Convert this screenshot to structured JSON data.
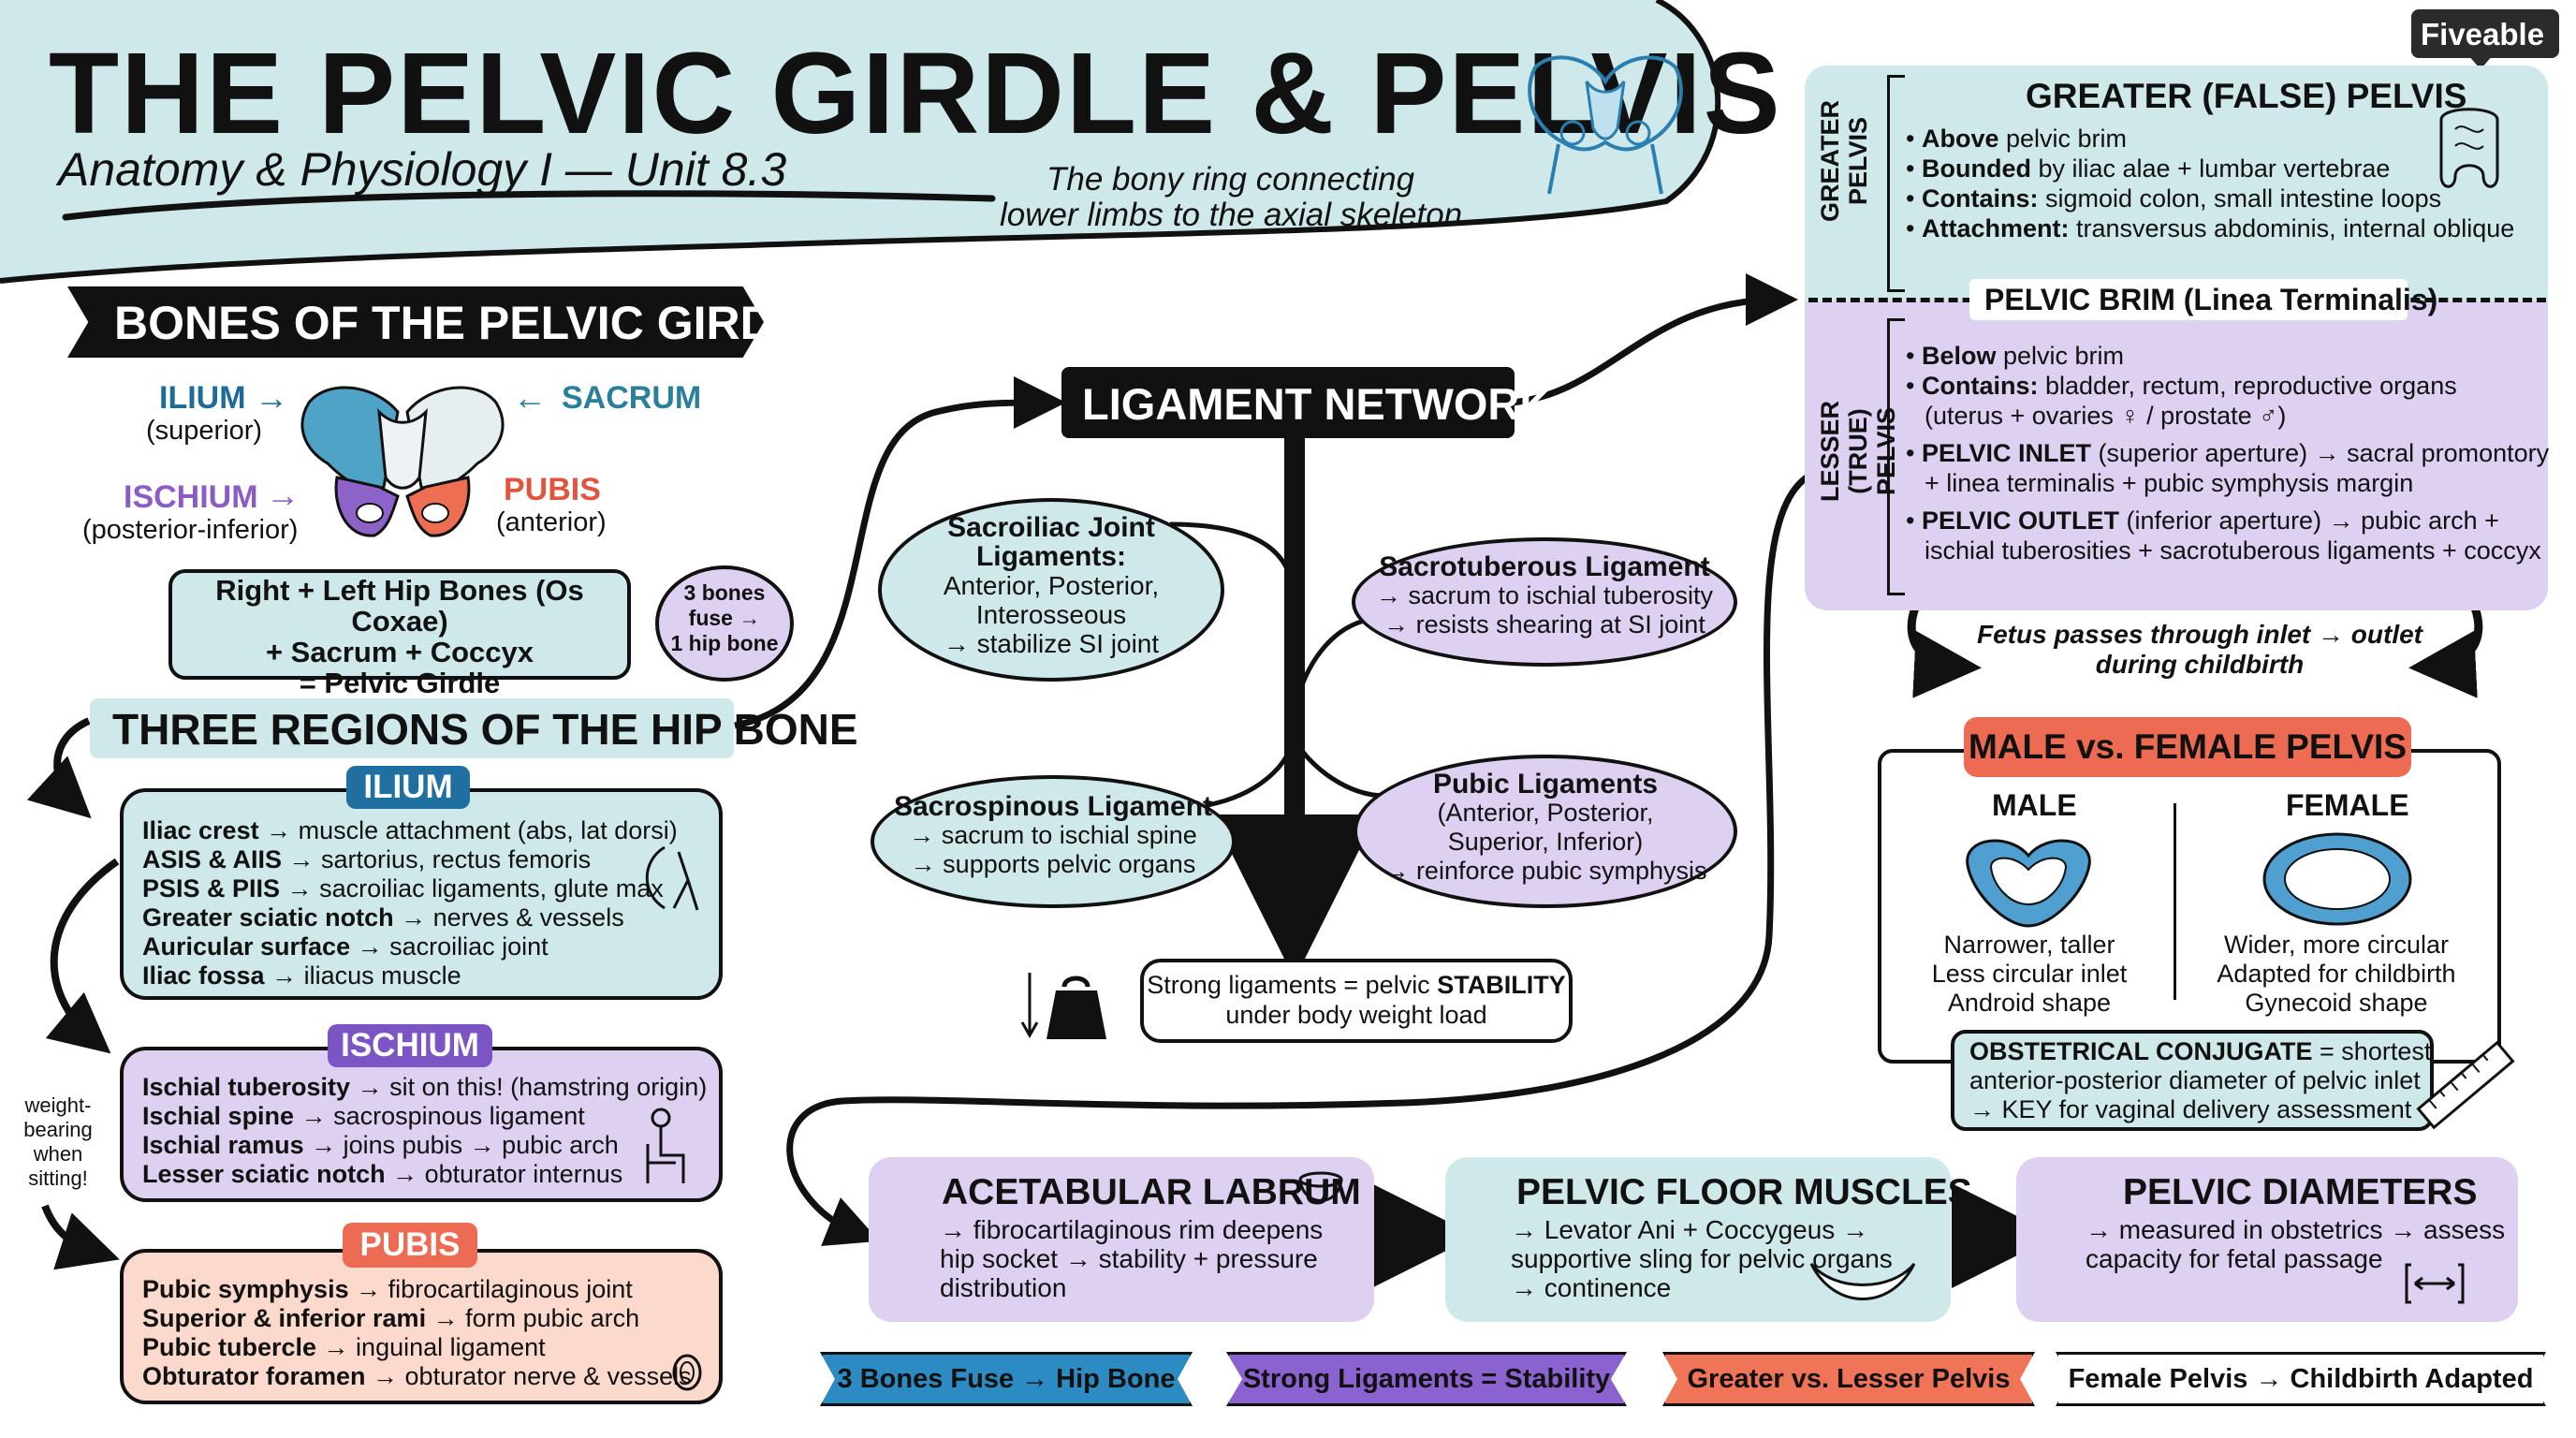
{
  "brand": "Fiveable",
  "header": {
    "title": "THE PELVIC GIRDLE & PELVIS",
    "subtitle": "Anatomy & Physiology I — Unit 8.3",
    "tagline_1": "The bony ring connecting",
    "tagline_2": "lower limbs to the axial skeleton"
  },
  "bones": {
    "heading": "BONES OF THE PELVIC GIRDLE",
    "ilium": "ILIUM",
    "ilium_pos": "(superior)",
    "sacrum": "SACRUM",
    "ischium": "ISCHIUM",
    "ischium_pos": "(posterior-inferior)",
    "pubis": "PUBIS",
    "pubis_pos": "(anterior)",
    "formula": [
      "Right + Left Hip Bones (Os Coxae)",
      "+ Sacrum + Coccyx",
      "= Pelvic Girdle"
    ],
    "fuse_note": [
      "3 bones",
      "fuse →",
      "1 hip bone"
    ]
  },
  "regions": {
    "heading": "THREE REGIONS OF THE HIP BONE",
    "weight_note": [
      "weight-",
      "bearing",
      "when",
      "sitting!"
    ],
    "ilium": {
      "tag": "ILIUM",
      "items": [
        {
          "term": "Iliac crest",
          "desc": " → muscle attachment (abs, lat dorsi)"
        },
        {
          "term": "ASIS & AIIS",
          "desc": " → sartorius, rectus femoris"
        },
        {
          "term": "PSIS & PIIS",
          "desc": " → sacroiliac ligaments, glute max"
        },
        {
          "term": "Greater sciatic notch",
          "desc": " → nerves & vessels"
        },
        {
          "term": "Auricular surface",
          "desc": " → sacroiliac joint"
        },
        {
          "term": "Iliac fossa",
          "desc": " → iliacus muscle"
        }
      ]
    },
    "ischium": {
      "tag": "ISCHIUM",
      "items": [
        {
          "term": "Ischial tuberosity",
          "desc": " → sit on this! (hamstring origin)"
        },
        {
          "term": "Ischial spine",
          "desc": " → sacrospinous ligament"
        },
        {
          "term": "Ischial ramus",
          "desc": " → joins pubis → pubic arch"
        },
        {
          "term": "Lesser sciatic notch",
          "desc": " → obturator internus"
        }
      ]
    },
    "pubis": {
      "tag": "PUBIS",
      "items": [
        {
          "term": "Pubic symphysis",
          "desc": " → fibrocartilaginous joint"
        },
        {
          "term": "Superior & inferior rami",
          "desc": " → form pubic arch"
        },
        {
          "term": "Pubic tubercle",
          "desc": " → inguinal ligament"
        },
        {
          "term": "Obturator foramen",
          "desc": " → obturator nerve & vessels"
        }
      ]
    }
  },
  "ligaments": {
    "heading": "LIGAMENT NETWORK",
    "sacroiliac": [
      "Sacroiliac Joint",
      "Ligaments:",
      "Anterior, Posterior,",
      "Interosseous",
      "→ stabilize SI joint"
    ],
    "sacrotuberous": [
      "Sacrotuberous Ligament",
      "→ sacrum to ischial tuberosity",
      "→ resists shearing at SI joint"
    ],
    "sacrospinous": [
      "Sacrospinous Ligament",
      "→ sacrum to ischial spine",
      "→ supports pelvic organs"
    ],
    "pubic": [
      "Pubic Ligaments",
      "(Anterior, Posterior,",
      "Superior, Inferior)",
      "→ reinforce pubic symphysis"
    ],
    "stability_1": "Strong ligaments = pelvic ",
    "stability_bold": "STABILITY",
    "stability_2": "under body weight load"
  },
  "pelvis_regions": {
    "greater_side": [
      "GREATER",
      "PELVIS"
    ],
    "greater_title": "GREATER (FALSE) PELVIS",
    "greater_items": [
      {
        "term": "Above",
        "desc": " pelvic brim"
      },
      {
        "term": "Bounded",
        "desc": " by iliac alae + lumbar vertebrae"
      },
      {
        "term": "Contains:",
        "desc": " sigmoid colon, small intestine loops"
      },
      {
        "term": "Attachment:",
        "desc": " transversus abdominis, internal oblique"
      }
    ],
    "brim": "PELVIC BRIM (Linea Terminalis)",
    "lesser_side": [
      "LESSER (TRUE)",
      "PELVIS"
    ],
    "lesser_items": [
      {
        "term": "Below",
        "desc": " pelvic brim"
      },
      {
        "term": "Contains:",
        "desc": " bladder, rectum, reproductive organs",
        "cont": "(uterus + ovaries ♀ / prostate ♂)"
      },
      {
        "term": "PELVIC INLET",
        "desc": " (superior aperture) → sacral promontory",
        "cont": "+ linea terminalis + pubic symphysis margin"
      },
      {
        "term": "PELVIC OUTLET",
        "desc": " (inferior aperture) → pubic arch +",
        "cont": "ischial tuberosities + sacrotuberous ligaments + coccyx"
      }
    ],
    "fetus_note": [
      "Fetus passes through inlet → outlet",
      "during childbirth"
    ]
  },
  "sex_compare": {
    "heading": "MALE vs. FEMALE PELVIS",
    "male_label": "MALE",
    "male_desc": [
      "Narrower, taller",
      "Less circular inlet",
      "Android shape"
    ],
    "female_label": "FEMALE",
    "female_desc": [
      "Wider, more circular",
      "Adapted for childbirth",
      "Gynecoid shape"
    ],
    "conjugate_term": "OBSTETRICAL CONJUGATE",
    "conjugate_1": " = shortest",
    "conjugate_2": "anterior-posterior diameter of pelvic inlet",
    "conjugate_3": "→ KEY for vaginal delivery assessment"
  },
  "bottom": {
    "acetabular_title": "ACETABULAR LABRUM",
    "acetabular_lines": [
      "→ fibrocartilaginous rim deepens",
      "hip socket → stability + pressure",
      "distribution"
    ],
    "floor_title": "PELVIC FLOOR MUSCLES",
    "floor_lines": [
      "→ Levator Ani + Coccygeus →",
      "supportive sling for pelvic organs",
      "→ continence"
    ],
    "diam_title": "PELVIC DIAMETERS",
    "diam_lines": [
      "→ measured in obstetrics → assess",
      "capacity for fetal passage"
    ]
  },
  "banners": [
    "3 Bones Fuse → Hip Bone",
    "Strong Ligaments = Stability",
    "Greater vs. Lesser Pelvis",
    "Female Pelvis → Childbirth Adapted"
  ],
  "colors": {
    "teal": "#cfe9ea",
    "lavender": "#ddd0f1",
    "peach": "#fbd9cc",
    "blue_tag": "#1f6fa0",
    "purple_tag": "#7c55c5",
    "coral_tag": "#ec6b52",
    "ilium_text": "#1c6c99",
    "sacrum_text": "#2a7f9a",
    "ischium_text": "#8b5bc6",
    "pubis_text": "#e0553e"
  },
  "icons": [
    "pelvis-icon",
    "intestine-icon",
    "flexion-arrow-icon",
    "sitting-person-icon",
    "ring-icon",
    "weight-icon",
    "cup-icon",
    "sling-icon",
    "caliper-icon",
    "ruler-icon"
  ]
}
